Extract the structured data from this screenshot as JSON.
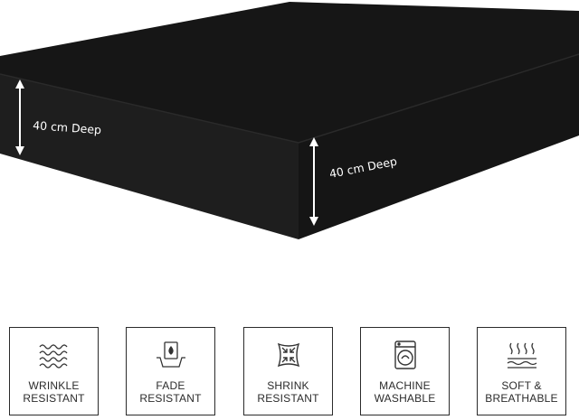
{
  "product": {
    "depth_label_left": "40 cm Deep",
    "depth_label_right": "40 cm Deep",
    "colors": {
      "sheet": "#1b1b1b",
      "sheet_top": "#161616",
      "sheet_edge": "#232323",
      "ink": "#2b2b2b"
    }
  },
  "features": [
    {
      "line1": "WRINKLE",
      "line2": "RESISTANT",
      "icon": "wave-lines-icon"
    },
    {
      "line1": "FADE",
      "line2": "RESISTANT",
      "icon": "dye-drop-icon"
    },
    {
      "line1": "SHRINK",
      "line2": "RESISTANT",
      "icon": "shrink-arrows-icon"
    },
    {
      "line1": "MACHINE",
      "line2": "WASHABLE",
      "icon": "washing-machine-icon"
    },
    {
      "line1": "SOFT &",
      "line2": "BREATHABLE",
      "icon": "breathable-fabric-icon"
    }
  ]
}
